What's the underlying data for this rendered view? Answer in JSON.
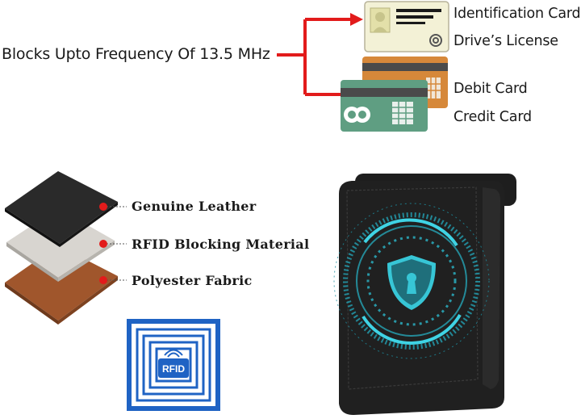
{
  "top": {
    "frequency_text": "Blocks Upto Frequency Of 13.5 MHz",
    "cards": {
      "identification": "Identification Card",
      "drivers_license": "Drive’s License",
      "debit": "Debit Card",
      "credit": "Credit Card"
    }
  },
  "layers": {
    "leather": "Genuine Leather",
    "rfid_material": "RFID Blocking Material",
    "polyester": "Polyester Fabric"
  },
  "logo": {
    "text": "RFID"
  },
  "colors": {
    "arrow": "#e21b1b",
    "leather": "#2a2a2a",
    "rfid_layer": "#d8d5d0",
    "polyester": "#a0562c",
    "logo_blue": "#1f63c4",
    "shield": "#37c6d6"
  }
}
